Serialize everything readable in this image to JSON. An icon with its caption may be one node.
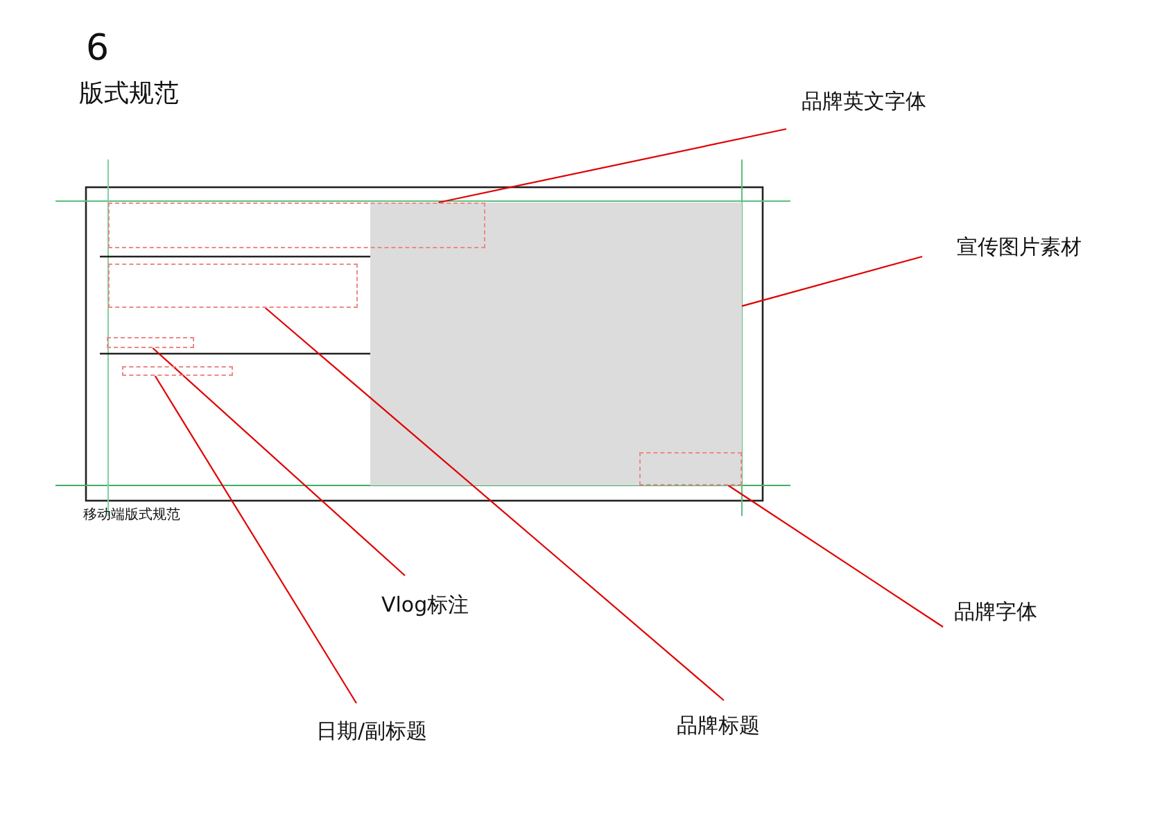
{
  "diagram": {
    "title": "版式规范",
    "nodes": [
      {
        "text": [
          "品牌英文字体"
        ]
      },
      {
        "text": [],
        "shape": "box"
      },
      {
        "text": [
          "宣传图片素材"
        ]
      },
      {
        "text": [],
        "shape": "box"
      },
      {
        "text": [
          "品牌字体"
        ]
      },
      {
        "text": [],
        "shape": "box",
        "in": 3
      },
      {
        "text": [
          "品牌标题"
        ]
      },
      {
        "text": [],
        "shape": "box"
      },
      {
        "text": [
          "Vlog标注"
        ]
      },
      {
        "text": [],
        "shape": "box"
      },
      {
        "text": [
          "日期/副标题"
        ]
      },
      {
        "text": [],
        "shape": "box"
      }
    ],
    "edges": [
      {
        "from": 0,
        "to": 1,
        "arrow": "none"
      },
      {
        "from": 2,
        "to": 3,
        "arrow": "none"
      },
      {
        "from": 4,
        "to": 5,
        "arrow": "none"
      },
      {
        "from": 6,
        "to": 7,
        "arrow": "none"
      },
      {
        "from": 8,
        "to": 9,
        "arrow": "none"
      },
      {
        "from": 10,
        "to": 11,
        "arrow": "none"
      }
    ],
    "labels": [
      "6",
      "移动端版式规范"
    ]
  }
}
